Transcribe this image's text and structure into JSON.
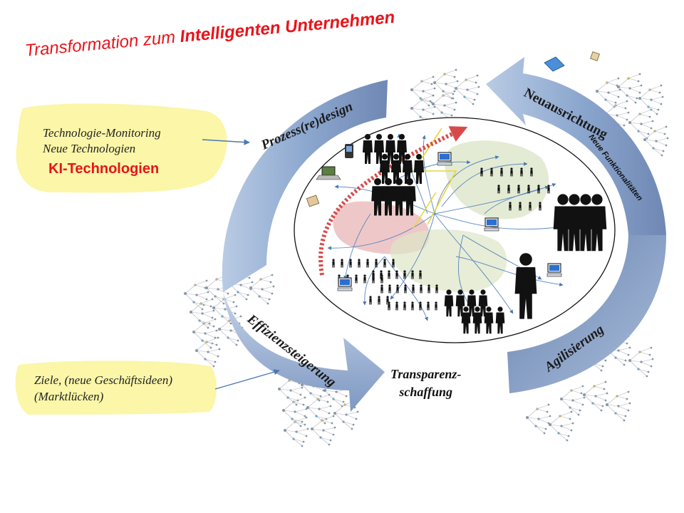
{
  "title": {
    "prefix": "Transformation zum ",
    "bold": "Intelligenten Unternehmen"
  },
  "cycle": {
    "prozess": "Prozess(re)design",
    "neuausrichtung": "Neuausrichtung",
    "neue_funktionalitaeten": "Neue Funktionalitäten",
    "agilisierung": "Agilisierung",
    "effizienz": "Effizienzsteigerung"
  },
  "notes": {
    "tech_monitoring": "Technologie-Monitoring",
    "neue_technologien": "Neue Technologien",
    "ki_technologien": "KI-Technologien",
    "ziele": "Ziele, (neue Geschäftsideen)",
    "marktluecken": "(Marktlücken)"
  },
  "center": {
    "line1": "Transparenz-",
    "line2": "schaffung"
  },
  "colors": {
    "title_red": "#e8141a",
    "arrow_blue": "#7f9cc5",
    "note_yellow": "#fbf6a8"
  }
}
